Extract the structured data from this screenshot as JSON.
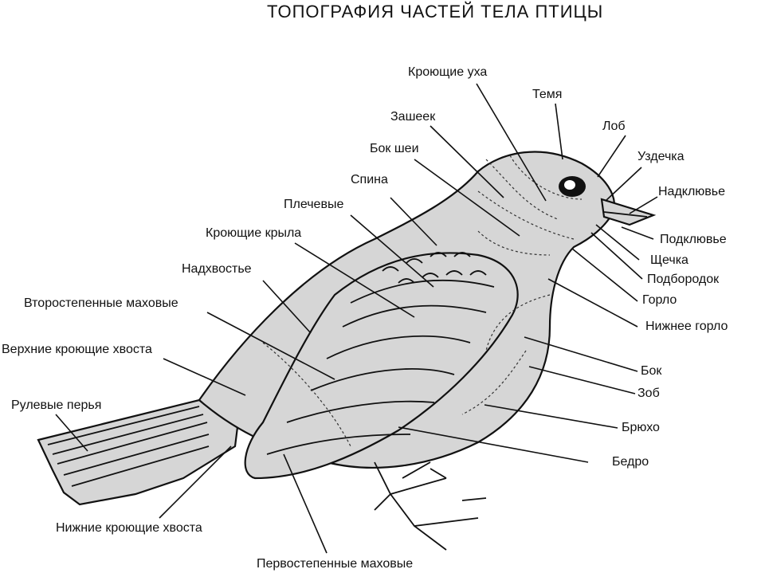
{
  "title": "ТОПОГРАФИЯ ЧАСТЕЙ ТЕЛА ПТИЦЫ",
  "labels": {
    "ear_coverts": "Кроющие уха",
    "crown": "Темя",
    "nape": "Зашеек",
    "forehead": "Лоб",
    "neck_side": "Бок шеи",
    "lore": "Уздечка",
    "back": "Спина",
    "upper_mandible": "Надклювье",
    "scapulars": "Плечевые",
    "lower_mandible": "Подклювье",
    "wing_coverts": "Кроющие крыла",
    "cheek": "Щечка",
    "chin": "Подбородок",
    "rump": "Надхвостье",
    "throat": "Горло",
    "secondaries": "Второстепенные маховые",
    "lower_throat": "Нижнее горло",
    "upper_tail_coverts": "Верхние кроющие хвоста",
    "flank": "Бок",
    "crop": "Зоб",
    "tail_feathers": "Рулевые перья",
    "belly": "Брюхо",
    "thigh": "Бедро",
    "under_tail_coverts": "Нижние кроющие хвоста",
    "primaries": "Первостепенные маховые"
  },
  "colors": {
    "body": "#d6d6d6",
    "ink": "#111111",
    "background": "#ffffff"
  }
}
